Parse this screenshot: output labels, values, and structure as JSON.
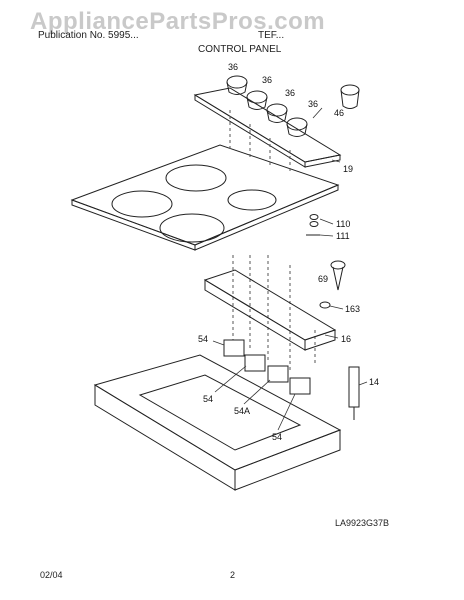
{
  "watermark": "AppliancePartsPros.com",
  "header": {
    "left": "Publication No. 5995...",
    "right": "TEF...",
    "section": "CONTROL PANEL"
  },
  "callouts": {
    "knob_a": "36",
    "knob_b": "36",
    "knob_c": "36",
    "knob_d": "36",
    "c46": "46",
    "c19": "19",
    "c110": "110",
    "c111": "111",
    "c69": "69",
    "c163": "163",
    "c16": "16",
    "c54_top": "54",
    "c54_left": "54",
    "c54a": "54A",
    "c54_bottom": "54",
    "c14": "14"
  },
  "diagram_code": "LA9923G37B",
  "footer": {
    "date": "02/04",
    "page": "2"
  }
}
